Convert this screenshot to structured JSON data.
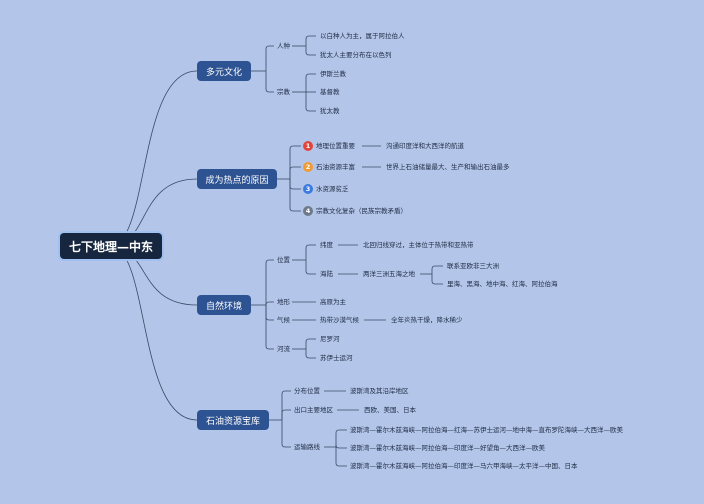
{
  "root": {
    "label": "七下地理—中东"
  },
  "colors": {
    "root_bg": "#16263f",
    "branch_bg": "#2e5393",
    "line": "#3a4a66",
    "background": "#b3c5e8",
    "badge_1": "#e0463c",
    "badge_2": "#f29a33",
    "badge_3": "#3c7be0",
    "badge_4": "#6e7a8a"
  },
  "branches": [
    {
      "label": "多元文化",
      "groups": [
        {
          "label": "人种",
          "items": [
            "以白种人为主，属于阿拉伯人",
            "犹太人主要分布在以色列"
          ]
        },
        {
          "label": "宗教",
          "items": [
            "伊斯兰教",
            "基督教",
            "犹太教"
          ]
        }
      ]
    },
    {
      "label": "成为热点的原因",
      "items": [
        {
          "badge": "1",
          "label": "地理位置重要",
          "detail": "沟通印度洋和大西洋的航道"
        },
        {
          "badge": "2",
          "label": "石油资源丰富",
          "detail": "世界上石油储量最大、生产和输出石油最多"
        },
        {
          "badge": "3",
          "label": "水资源贫乏",
          "detail": ""
        },
        {
          "badge": "4",
          "label": "宗教文化复杂（民族宗教矛盾）",
          "detail": ""
        }
      ]
    },
    {
      "label": "自然环境",
      "groups": [
        {
          "label": "位置",
          "children": [
            {
              "label": "纬度",
              "detail": "北回归线穿过，主体位于热带和亚热带"
            },
            {
              "label": "海陆",
              "detail": "两洋三洲五海之地",
              "sub": [
                "联系亚欧非三大洲",
                "里海、黑海、地中海、红海、阿拉伯海"
              ]
            }
          ]
        },
        {
          "label": "地形",
          "detail": "高原为主"
        },
        {
          "label": "气候",
          "detail": "热带沙漠气候",
          "sub_detail": "全年炎热干燥，降水稀少"
        },
        {
          "label": "河流",
          "items": [
            "尼罗河",
            "苏伊士运河"
          ]
        }
      ]
    },
    {
      "label": "石油资源宝库",
      "groups": [
        {
          "label": "分布位置",
          "detail": "波斯湾及其沿岸地区"
        },
        {
          "label": "出口主要地区",
          "detail": "西欧、美国、日本"
        },
        {
          "label": "运输路线",
          "items": [
            "波斯湾—霍尔木兹海峡—阿拉伯海—红海—苏伊士运河—地中海—直布罗陀海峡—大西洋—欧美",
            "波斯湾—霍尔木兹海峡—阿拉伯海—印度洋—好望角—大西洋—欧美",
            "波斯湾—霍尔木兹海峡—阿拉伯海—印度洋—马六甲海峡—太平洋—中国、日本"
          ]
        }
      ]
    }
  ]
}
